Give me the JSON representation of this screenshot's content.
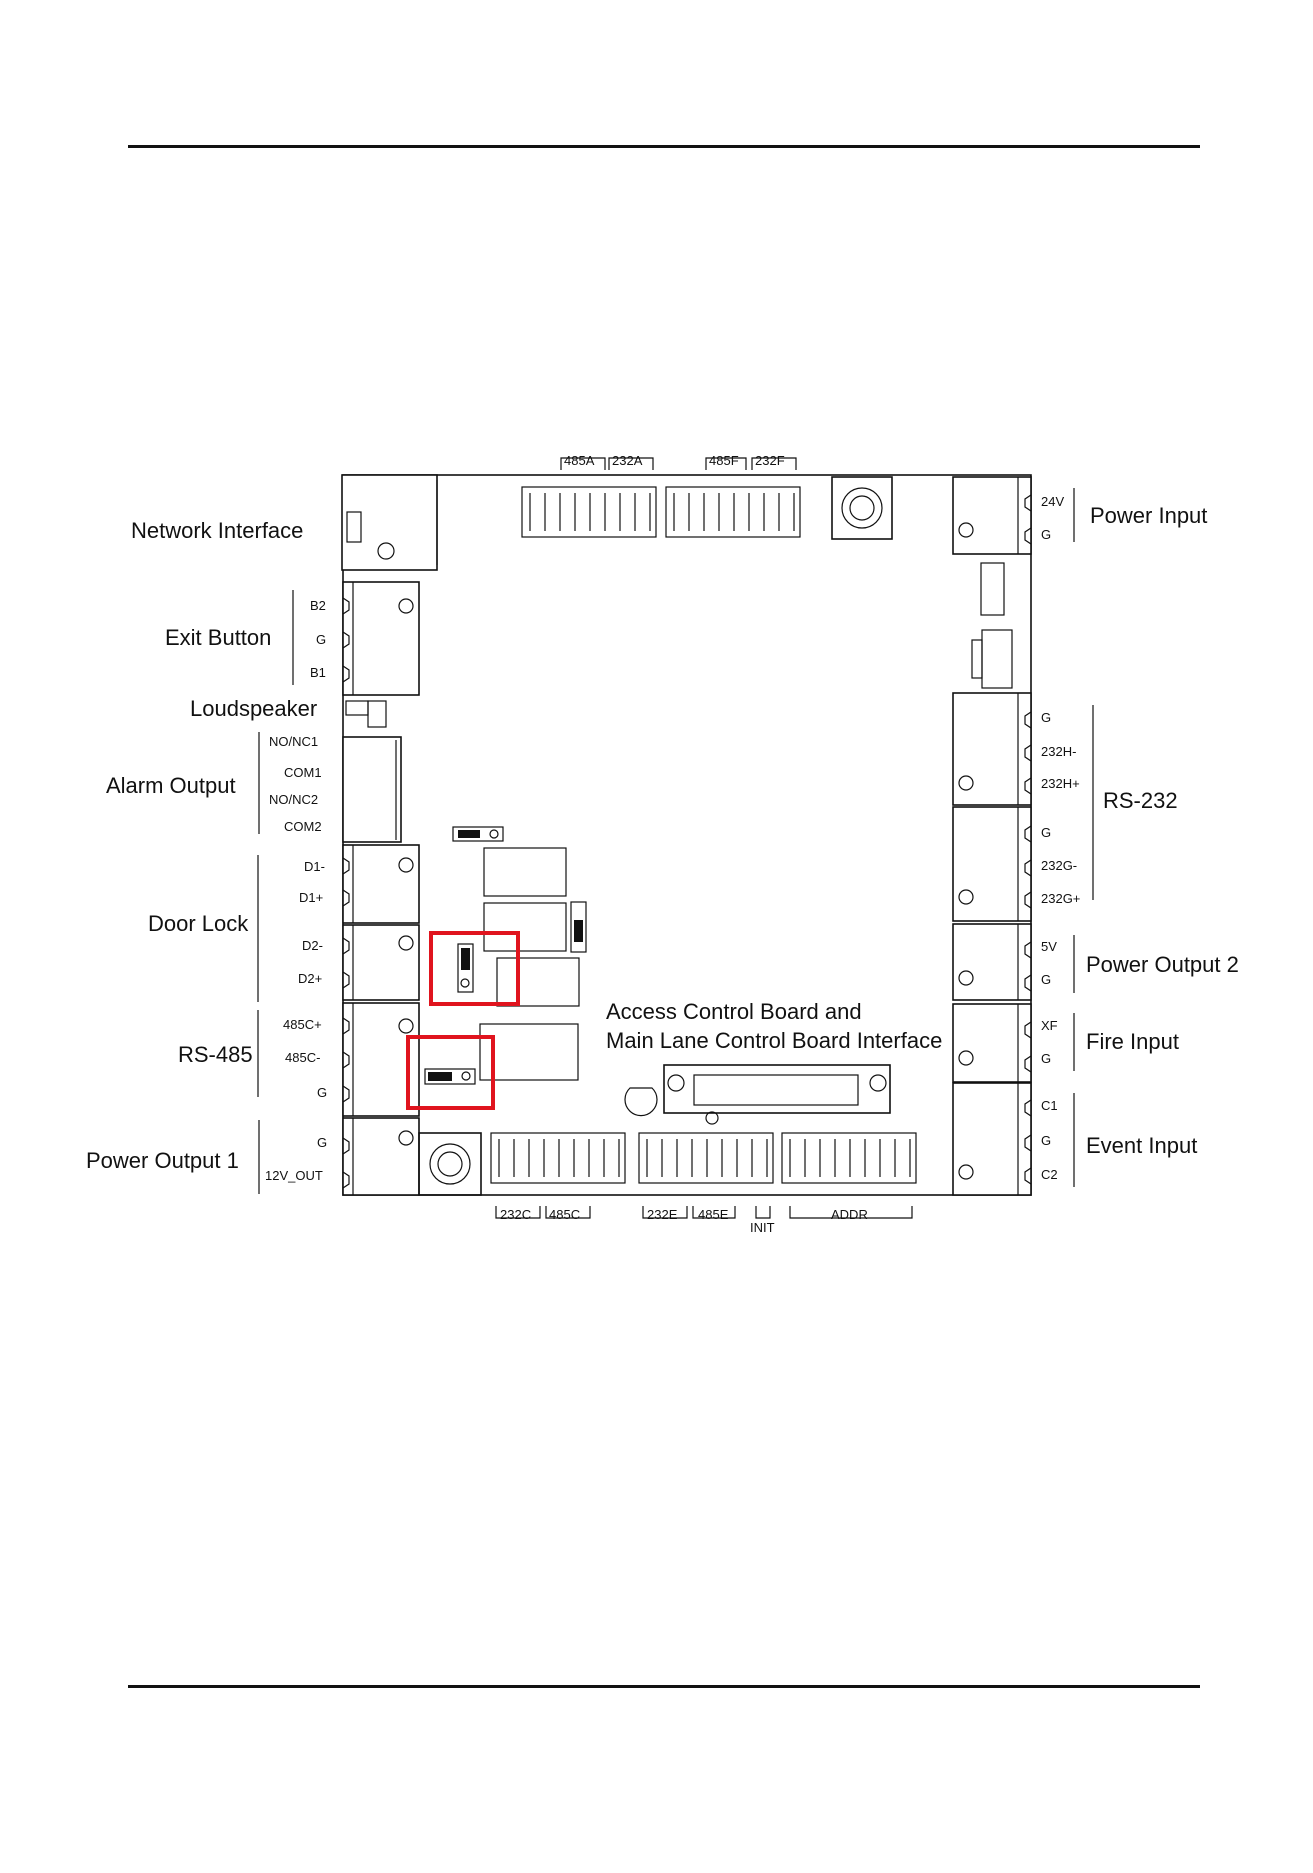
{
  "diagram": {
    "left_labels": {
      "network": "Network Interface",
      "exit": "Exit Button",
      "loudspeaker": "Loudspeaker",
      "alarm": "Alarm Output",
      "doorlock": "Door Lock",
      "rs485": "RS-485",
      "power1": "Power Output 1"
    },
    "left_pins": {
      "b2": "B2",
      "g_exit": "G",
      "b1": "B1",
      "nonc1": "NO/NC1",
      "com1": "COM1",
      "nonc2": "NO/NC2",
      "com2": "COM2",
      "d1m": "D1-",
      "d1p": "D1+",
      "d2m": "D2-",
      "d2p": "D2+",
      "c485p": "485C+",
      "c485m": "485C-",
      "g_485": "G",
      "g_p1": "G",
      "v12": "12V_OUT"
    },
    "right_labels": {
      "power_input": "Power Input",
      "rs232": "RS-232",
      "power2": "Power Output 2",
      "fire": "Fire Input",
      "event": "Event Input"
    },
    "right_pins": {
      "v24": "24V",
      "g_pi": "G",
      "g_h": "G",
      "h232m": "232H-",
      "h232p": "232H+",
      "g_g": "G",
      "g232m": "232G-",
      "g232p": "232G+",
      "v5": "5V",
      "g_p2": "G",
      "xf": "XF",
      "g_fire": "G",
      "c1": "C1",
      "g_ev": "G",
      "c2": "C2"
    },
    "top_dip": {
      "a485": "485A",
      "a232": "232A",
      "f485": "485F",
      "f232": "232F"
    },
    "bottom_dip": {
      "c232": "232C",
      "c485": "485C",
      "e232": "232E",
      "e485": "485E",
      "init": "INIT",
      "addr": "ADDR"
    },
    "center": {
      "line1": "Access Control Board and",
      "line2": "Main Lane Control Board Interface"
    }
  }
}
